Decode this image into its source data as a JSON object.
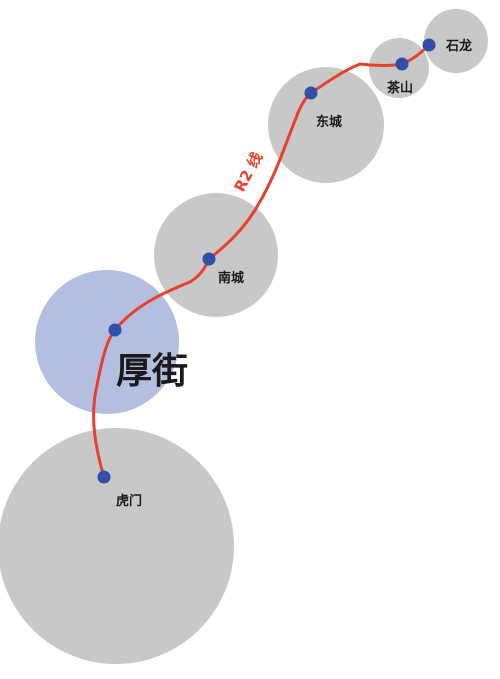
{
  "line": {
    "name": "R2 线",
    "color": "#e8402a"
  },
  "colors": {
    "circle_default": "#c8c8c8",
    "circle_highlight": "#b3bee0",
    "station_dot": "#2f4fa8"
  },
  "stations": [
    {
      "id": "shilong",
      "label": "石龙",
      "highlight": false
    },
    {
      "id": "chashan",
      "label": "茶山",
      "highlight": false
    },
    {
      "id": "dongcheng",
      "label": "东城",
      "highlight": false
    },
    {
      "id": "nancheng",
      "label": "南城",
      "highlight": false
    },
    {
      "id": "houjie",
      "label": "厚街",
      "highlight": true
    },
    {
      "id": "humen",
      "label": "虎门",
      "highlight": false
    }
  ]
}
